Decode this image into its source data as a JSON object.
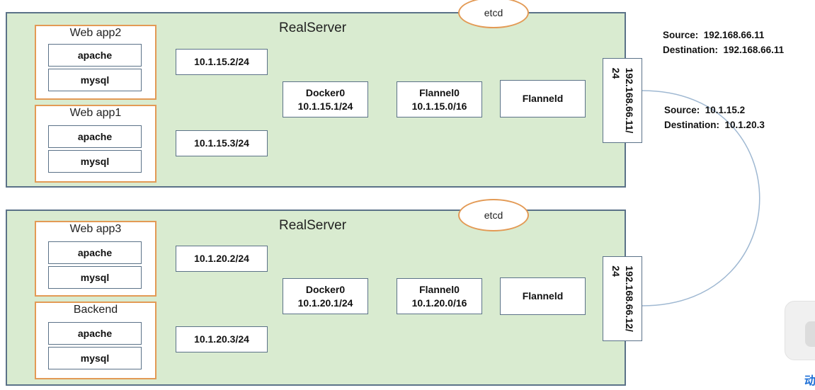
{
  "servers": [
    {
      "title": "RealServer",
      "apps": [
        {
          "title": "Web app2",
          "services": [
            "apache",
            "mysql"
          ]
        },
        {
          "title": "Web app1",
          "services": [
            "apache",
            "mysql"
          ]
        }
      ],
      "veths": [
        "10.1.15.2/24",
        "10.1.15.3/24"
      ],
      "docker0": {
        "name": "Docker0",
        "ip": "10.1.15.1/24"
      },
      "flannel0": {
        "name": "Flannel0",
        "ip": "10.1.15.0/16"
      },
      "flanneld": "Flanneld",
      "etcd": "etcd",
      "nic": {
        "line1": "192.168.66.11/",
        "line2": "24"
      }
    },
    {
      "title": "RealServer",
      "apps": [
        {
          "title": "Web app3",
          "services": [
            "apache",
            "mysql"
          ]
        },
        {
          "title": "Backend",
          "services": [
            "apache",
            "mysql"
          ]
        }
      ],
      "veths": [
        "10.1.20.2/24",
        "10.1.20.3/24"
      ],
      "docker0": {
        "name": "Docker0",
        "ip": "10.1.20.1/24"
      },
      "flannel0": {
        "name": "Flannel0",
        "ip": "10.1.20.0/16"
      },
      "flanneld": "Flanneld",
      "etcd": "etcd",
      "nic": {
        "line1": "192.168.66.12/",
        "line2": "24"
      }
    }
  ],
  "annotations": {
    "outer": {
      "source_label": "Source:",
      "source_value": "192.168.66.11",
      "dest_label": "Destination:",
      "dest_value": "192.168.66.11"
    },
    "inner": {
      "source_label": "Source:",
      "source_value": "10.1.15.2",
      "dest_label": "Destination:",
      "dest_value": "10.1.20.3"
    }
  },
  "side_char": "动",
  "colors": {
    "server_fill": "#d9ebd0",
    "server_border": "#5b7288",
    "app_border": "#e39a55",
    "line": "#6e8fb3"
  }
}
